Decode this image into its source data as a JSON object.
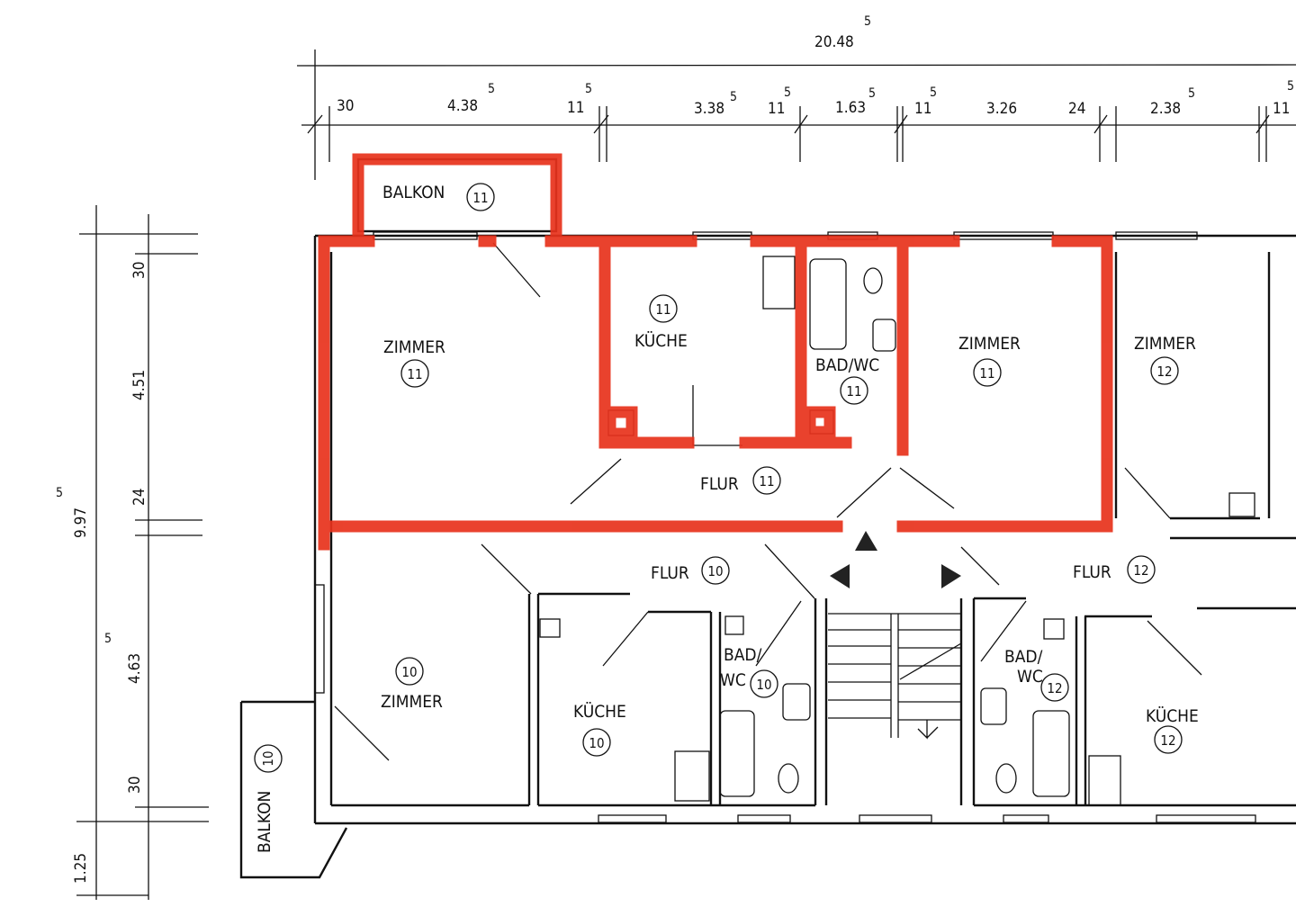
{
  "title": "Grundriss Obergeschoss",
  "dimensions": {
    "top_total": {
      "value": "20.48",
      "sup": "5"
    },
    "top_segments": [
      {
        "value": "30",
        "sup": ""
      },
      {
        "value": "4.38",
        "sup": "5"
      },
      {
        "value": "11",
        "sup": "5"
      },
      {
        "value": "3.38",
        "sup": "5"
      },
      {
        "value": "11",
        "sup": "5"
      },
      {
        "value": "1.63",
        "sup": "5"
      },
      {
        "value": "11",
        "sup": "5"
      },
      {
        "value": "3.26",
        "sup": ""
      },
      {
        "value": "24",
        "sup": ""
      },
      {
        "value": "2.38",
        "sup": "5"
      },
      {
        "value": "11",
        "sup": "5"
      }
    ],
    "left_total": {
      "value": "9.97",
      "sup": "5"
    },
    "left_segments": [
      {
        "value": "30",
        "sup": ""
      },
      {
        "value": "4.51",
        "sup": ""
      },
      {
        "value": "24",
        "sup": ""
      },
      {
        "value": "4.63",
        "sup": "5"
      },
      {
        "value": "30",
        "sup": ""
      },
      {
        "value": "1.25",
        "sup": ""
      }
    ]
  },
  "rooms": {
    "balkon11": {
      "label": "BALKON",
      "unit": "11"
    },
    "zimmer11a": {
      "label": "ZIMMER",
      "unit": "11"
    },
    "kueche11": {
      "label": "KÜCHE",
      "unit": "11"
    },
    "bad11": {
      "label": "BAD/WC",
      "unit": "11"
    },
    "zimmer11b": {
      "label": "ZIMMER",
      "unit": "11"
    },
    "zimmer12": {
      "label": "ZIMMER",
      "unit": "12"
    },
    "flur11": {
      "label": "FLUR",
      "unit": "11"
    },
    "flur10": {
      "label": "FLUR",
      "unit": "10"
    },
    "flur12": {
      "label": "FLUR",
      "unit": "12"
    },
    "zimmer10": {
      "label": "ZIMMER",
      "unit": "10"
    },
    "kueche10": {
      "label": "KÜCHE",
      "unit": "10"
    },
    "bad10": {
      "label1": "BAD/",
      "label2": "WC",
      "unit": "10"
    },
    "bad12": {
      "label1": "BAD/",
      "label2": "WC",
      "unit": "12"
    },
    "kueche12": {
      "label": "KÜCHE",
      "unit": "12"
    },
    "balkon10": {
      "label": "BALKON",
      "unit": "10"
    }
  },
  "colors": {
    "highlight": "#e8321c",
    "line": "#111111"
  }
}
